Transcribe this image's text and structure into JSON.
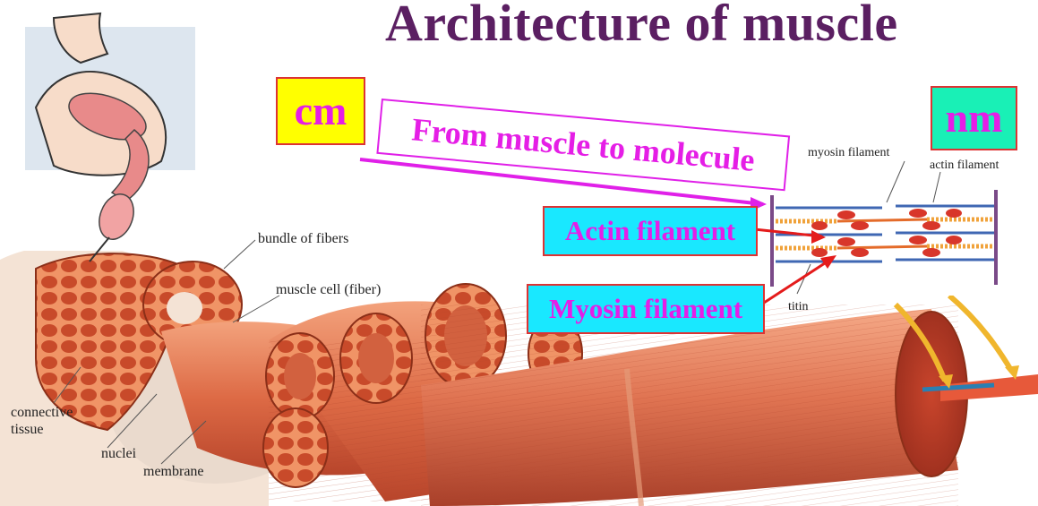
{
  "title": "Architecture of muscle",
  "scale": {
    "left_unit": "cm",
    "right_unit": "nm"
  },
  "banner": "From muscle to molecule",
  "callouts": {
    "actin": "Actin filament",
    "myosin": "Myosin filament"
  },
  "labels": {
    "bundle": "bundle of fibers",
    "cell": "muscle cell (fiber)",
    "connective_1": "connective",
    "connective_2": "tissue",
    "nuclei": "nuclei",
    "membrane": "membrane",
    "myosin_filament": "myosin filament",
    "actin_filament": "actin filament",
    "titin": "titin"
  },
  "colors": {
    "title": "#5b1f62",
    "magenta": "#e51ee6",
    "yellow": "#ffff00",
    "teal": "#19f0b6",
    "cyan": "#19e8ff",
    "muscle": "#d8573a"
  }
}
